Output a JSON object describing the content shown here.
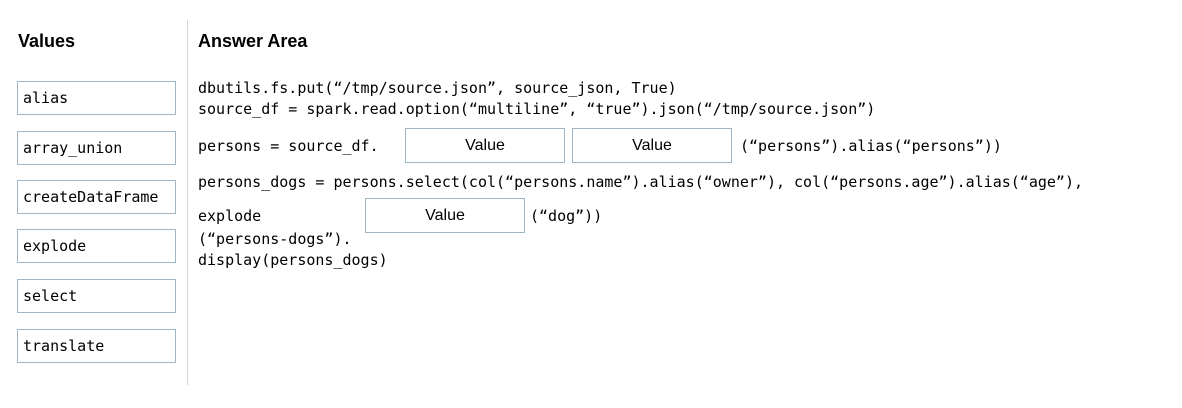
{
  "values_panel": {
    "title": "Values",
    "items": [
      "alias",
      "array_union",
      "createDataFrame",
      "explode",
      "select",
      "translate"
    ]
  },
  "answer_area": {
    "title": "Answer Area",
    "line1": "dbutils.fs.put(“/tmp/source.json”, source_json, True)",
    "line2": "source_df = spark.read.option(“multiline”, “true”).json(“/tmp/source.json”)",
    "line3_prefix": "persons = source_df.",
    "line3_suffix": "(“persons”).alias(“persons”))",
    "line4": "persons_dogs = persons.select(col(“persons.name”).alias(“owner”), col(“persons.age”).alias(“age”),",
    "line5_prefix": "explode",
    "line5_suffix": "(“dog”))",
    "line6": "(“persons-dogs”).",
    "line7": "display(persons_dogs)",
    "drop_placeholders": [
      "Value",
      "Value",
      "Value"
    ]
  }
}
